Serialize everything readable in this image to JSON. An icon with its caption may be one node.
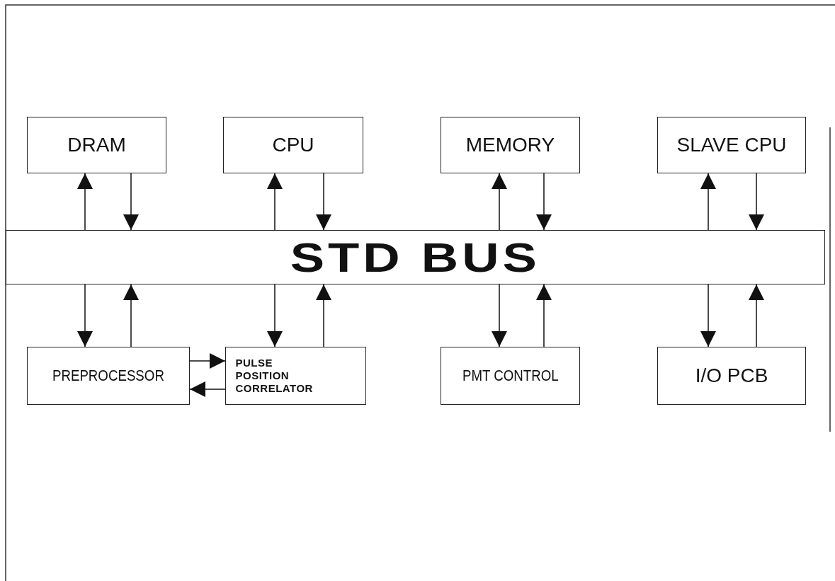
{
  "diagram": {
    "nodes": [
      {
        "text": [
          "DRAM"
        ]
      },
      {
        "text": [
          "CPU"
        ]
      },
      {
        "text": [
          "MEMORY"
        ]
      },
      {
        "text": [
          "SLAVE CPU"
        ]
      },
      {
        "text": [
          "STD BUS"
        ]
      },
      {
        "text": [
          "PREPROCESSOR"
        ]
      },
      {
        "text": [
          "PULSE POSITION CORRELATOR"
        ]
      },
      {
        "text": [
          "PMT CONTROL"
        ]
      },
      {
        "text": [
          "I/O PCB"
        ]
      }
    ],
    "edges": [
      {
        "from": 4,
        "to": 0,
        "arrow": "to"
      },
      {
        "from": 0,
        "to": 4,
        "arrow": "to"
      },
      {
        "from": 4,
        "to": 1,
        "arrow": "to"
      },
      {
        "from": 1,
        "to": 4,
        "arrow": "to"
      },
      {
        "from": 4,
        "to": 2,
        "arrow": "to"
      },
      {
        "from": 2,
        "to": 4,
        "arrow": "to"
      },
      {
        "from": 4,
        "to": 3,
        "arrow": "to"
      },
      {
        "from": 3,
        "to": 4,
        "arrow": "to"
      },
      {
        "from": 4,
        "to": 5,
        "arrow": "to"
      },
      {
        "from": 5,
        "to": 4,
        "arrow": "to"
      },
      {
        "from": 4,
        "to": 6,
        "arrow": "to"
      },
      {
        "from": 6,
        "to": 4,
        "arrow": "to"
      },
      {
        "from": 4,
        "to": 7,
        "arrow": "to"
      },
      {
        "from": 7,
        "to": 4,
        "arrow": "to"
      },
      {
        "from": 4,
        "to": 8,
        "arrow": "to"
      },
      {
        "from": 8,
        "to": 4,
        "arrow": "to"
      },
      {
        "from": 5,
        "to": 6,
        "arrow": "to"
      },
      {
        "from": 6,
        "to": 5,
        "arrow": "to"
      }
    ]
  }
}
